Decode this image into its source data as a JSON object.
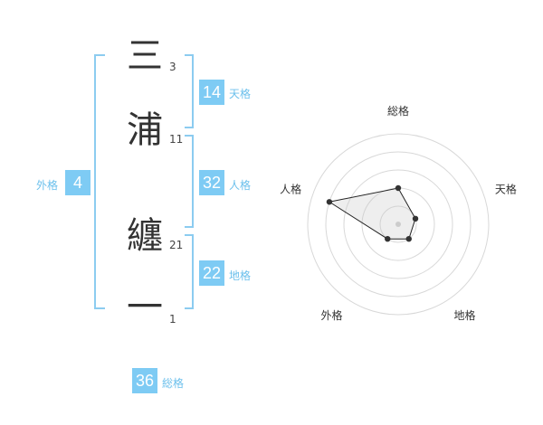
{
  "name": {
    "characters": [
      {
        "char": "三",
        "strokes": "3"
      },
      {
        "char": "浦",
        "strokes": "11"
      },
      {
        "char": "纏",
        "strokes": "21"
      },
      {
        "char": "一",
        "strokes": "1"
      }
    ]
  },
  "fortune": {
    "tenkaku": {
      "value": "14",
      "label": "天格"
    },
    "jinkaku": {
      "value": "32",
      "label": "人格"
    },
    "chikaku": {
      "value": "22",
      "label": "地格"
    },
    "gaikaku": {
      "value": "4",
      "label": "外格"
    },
    "soukaku": {
      "value": "36",
      "label": "総格"
    }
  },
  "chart_data": {
    "type": "radar",
    "axes": [
      "総格",
      "天格",
      "地格",
      "外格",
      "人格"
    ],
    "values": [
      2.0,
      1.0,
      1.0,
      1.0,
      4.0
    ],
    "max": 5,
    "rings": 5
  }
}
